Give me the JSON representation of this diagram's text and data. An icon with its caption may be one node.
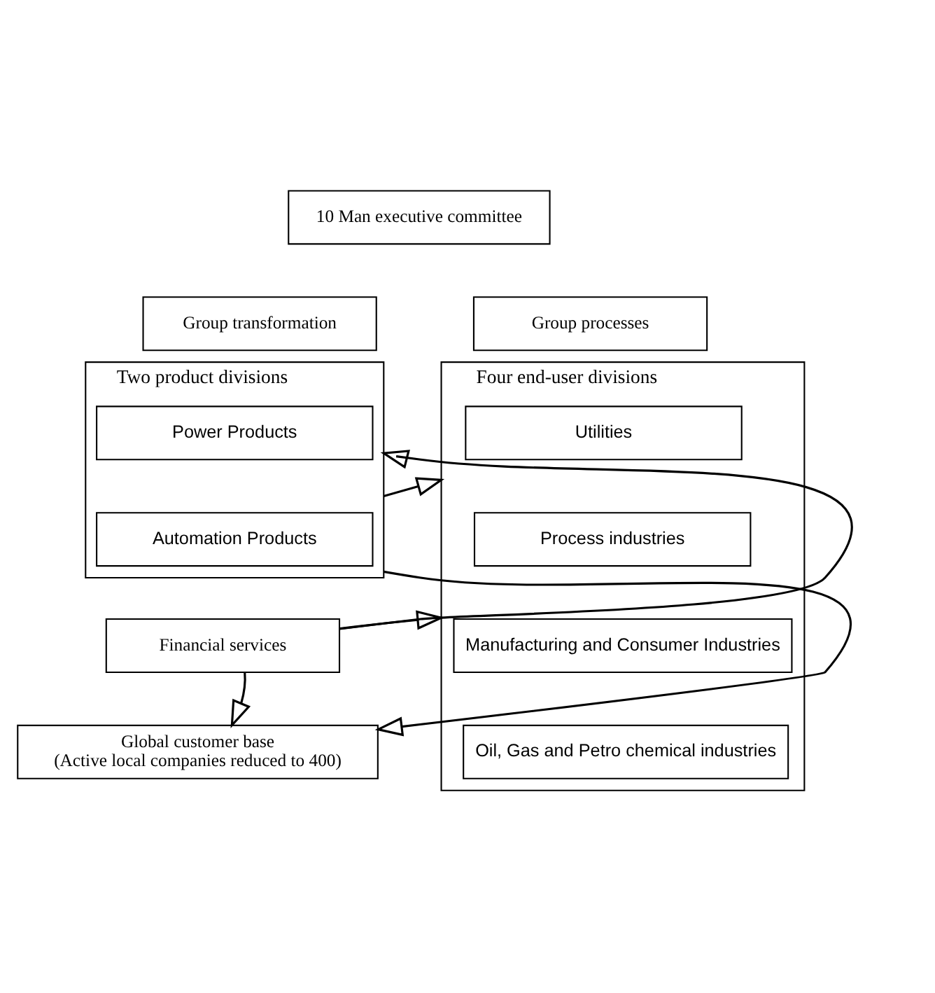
{
  "diagram": {
    "nodes": [
      {
        "text": [
          "10 Man executive committee"
        ]
      },
      {
        "text": [
          "Group transformation"
        ]
      },
      {
        "text": [
          "Group processes"
        ]
      },
      {
        "text": [
          "Two product divisions"
        ]
      },
      {
        "text": [
          "Power Products"
        ],
        "in": 3
      },
      {
        "text": [
          "Automation Products"
        ],
        "in": 3
      },
      {
        "text": [
          "Four end-user divisions"
        ]
      },
      {
        "text": [
          "Utilities"
        ],
        "in": 6
      },
      {
        "text": [
          "Process industries"
        ],
        "in": 6
      },
      {
        "text": [
          "Manufacturing and Consumer Industries"
        ],
        "in": 6
      },
      {
        "text": [
          "Oil, Gas and Petro chemical industries"
        ],
        "in": 6
      },
      {
        "text": [
          "Financial services"
        ]
      },
      {
        "text": [
          "Global customer base",
          "(Active local companies reduced to 400)"
        ]
      }
    ],
    "edges": [
      {
        "from": 3,
        "to": 6,
        "arrow": "to"
      },
      {
        "from": 11,
        "to": 3,
        "arrow": "to"
      },
      {
        "from": 11,
        "to": 6,
        "arrow": "to"
      },
      {
        "from": 11,
        "to": 12,
        "arrow": "to"
      },
      {
        "from": 3,
        "to": 12,
        "arrow": "to"
      }
    ]
  }
}
